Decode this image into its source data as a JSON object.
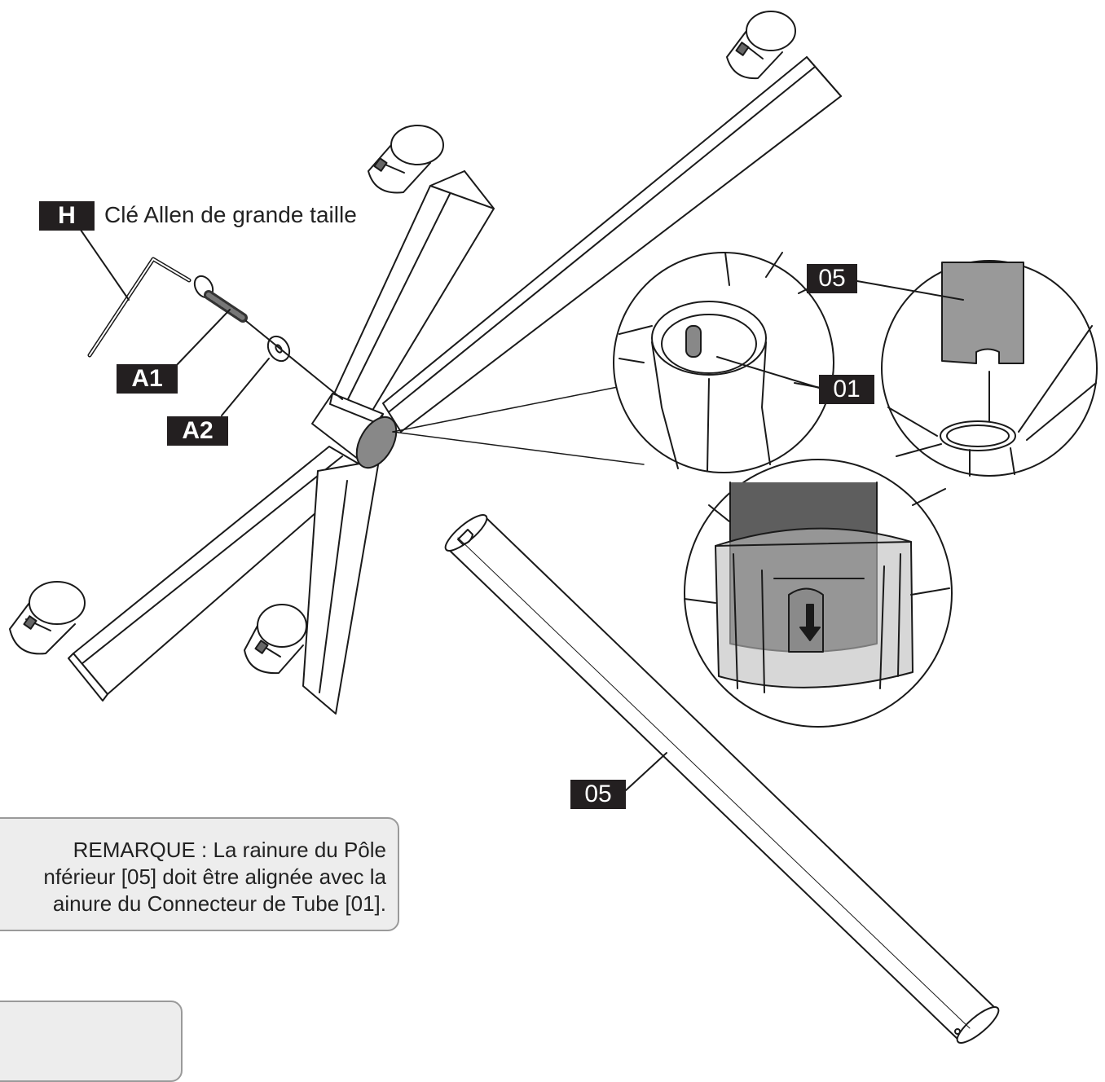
{
  "labels": {
    "tool_code": "H",
    "tool_name": "Clé Allen de grande taille",
    "bolt_code": "A1",
    "washer_code": "A2",
    "pole_code_detail": "05",
    "connector_code": "01",
    "pole_code_main": "05"
  },
  "note": {
    "icon": "warning-triangle-icon",
    "heading": "REMARQUE :",
    "line1_rest": "La rainure du Pôle",
    "line2": "nférieur [05] doit être alignée avec la",
    "line3": "ainure du Connecteur de Tube [01]."
  },
  "colors": {
    "tag_bg": "#231f20",
    "note_bg": "#ededed",
    "pole_dark": "#5e5e5e",
    "pole_grey": "#999999",
    "connector_grey": "#bdbdbd"
  }
}
